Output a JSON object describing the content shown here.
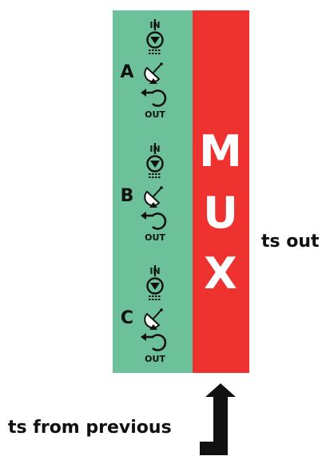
{
  "colors": {
    "channel_panel": "#6cc19b",
    "mux_panel": "#ee3230",
    "ink": "#111111",
    "mux_text": "#ffffff"
  },
  "channels": [
    {
      "letter": "A",
      "in_label": "IN",
      "out_label": "OUT",
      "icons": [
        "input-arrow-circle-icon",
        "satellite-dish-icon",
        "output-arrow-circle-icon"
      ]
    },
    {
      "letter": "B",
      "in_label": "IN",
      "out_label": "OUT",
      "icons": [
        "input-arrow-circle-icon",
        "satellite-dish-icon",
        "output-arrow-circle-icon"
      ]
    },
    {
      "letter": "C",
      "in_label": "IN",
      "out_label": "OUT",
      "icons": [
        "input-arrow-circle-icon",
        "satellite-dish-icon",
        "output-arrow-circle-icon"
      ]
    }
  ],
  "mux": {
    "letters": [
      "M",
      "U",
      "X"
    ]
  },
  "outputs": {
    "ts_out": "ts out"
  },
  "inputs": {
    "ts_from_previous": "ts from previous",
    "arrow_icon": "elbow-up-arrow-icon"
  }
}
